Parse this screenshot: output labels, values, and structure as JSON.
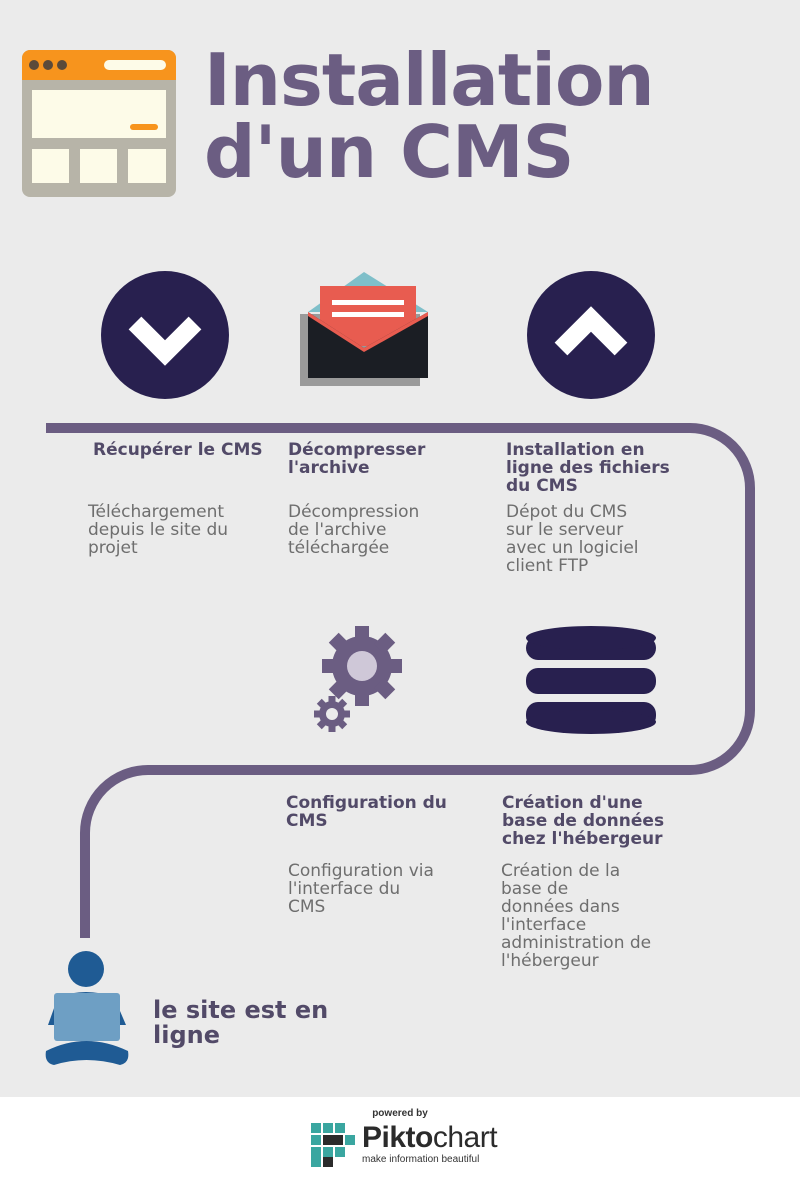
{
  "title": {
    "line1": "Installation",
    "line2": "d'un CMS"
  },
  "steps": [
    {
      "title": "Récupérer le CMS",
      "desc": "Téléchargement\ndepuis le site du\nprojet",
      "icon": "download-icon"
    },
    {
      "title": "Décompresser\nl'archive",
      "desc": "Décompression\nde l'archive\ntéléchargée",
      "icon": "envelope-icon"
    },
    {
      "title": "Installation en\nligne des fichiers\ndu CMS",
      "desc": "Dépot du CMS\nsur le serveur\navec un logiciel\nclient FTP",
      "icon": "upload-icon"
    },
    {
      "title": "Configuration du\nCMS",
      "desc": "Configuration via\nl'interface du\nCMS",
      "icon": "gear-icon"
    },
    {
      "title": "Création d'une\nbase de données\nchez l'hébergeur",
      "desc": "Création de la\nbase de\ndonnées dans\nl'interface\nadministration de\nl'hébergeur",
      "icon": "database-icon"
    }
  ],
  "final": {
    "label": "le site est en\nligne",
    "icon": "person-laptop-icon"
  },
  "footer": {
    "powered_by": "powered by",
    "brand_a": "Pikto",
    "brand_b": "chart",
    "tagline": "make information beautiful"
  },
  "colors": {
    "background": "#ebebeb",
    "title": "#6b5d82",
    "path": "#6b5d82",
    "circle": "#28204f",
    "accent_orange": "#f7941d",
    "envelope_red": "#e85c50",
    "person_blue": "#1f5b94",
    "laptop_blue": "#6e9fc4",
    "brand_teal": "#3aa6a0"
  }
}
